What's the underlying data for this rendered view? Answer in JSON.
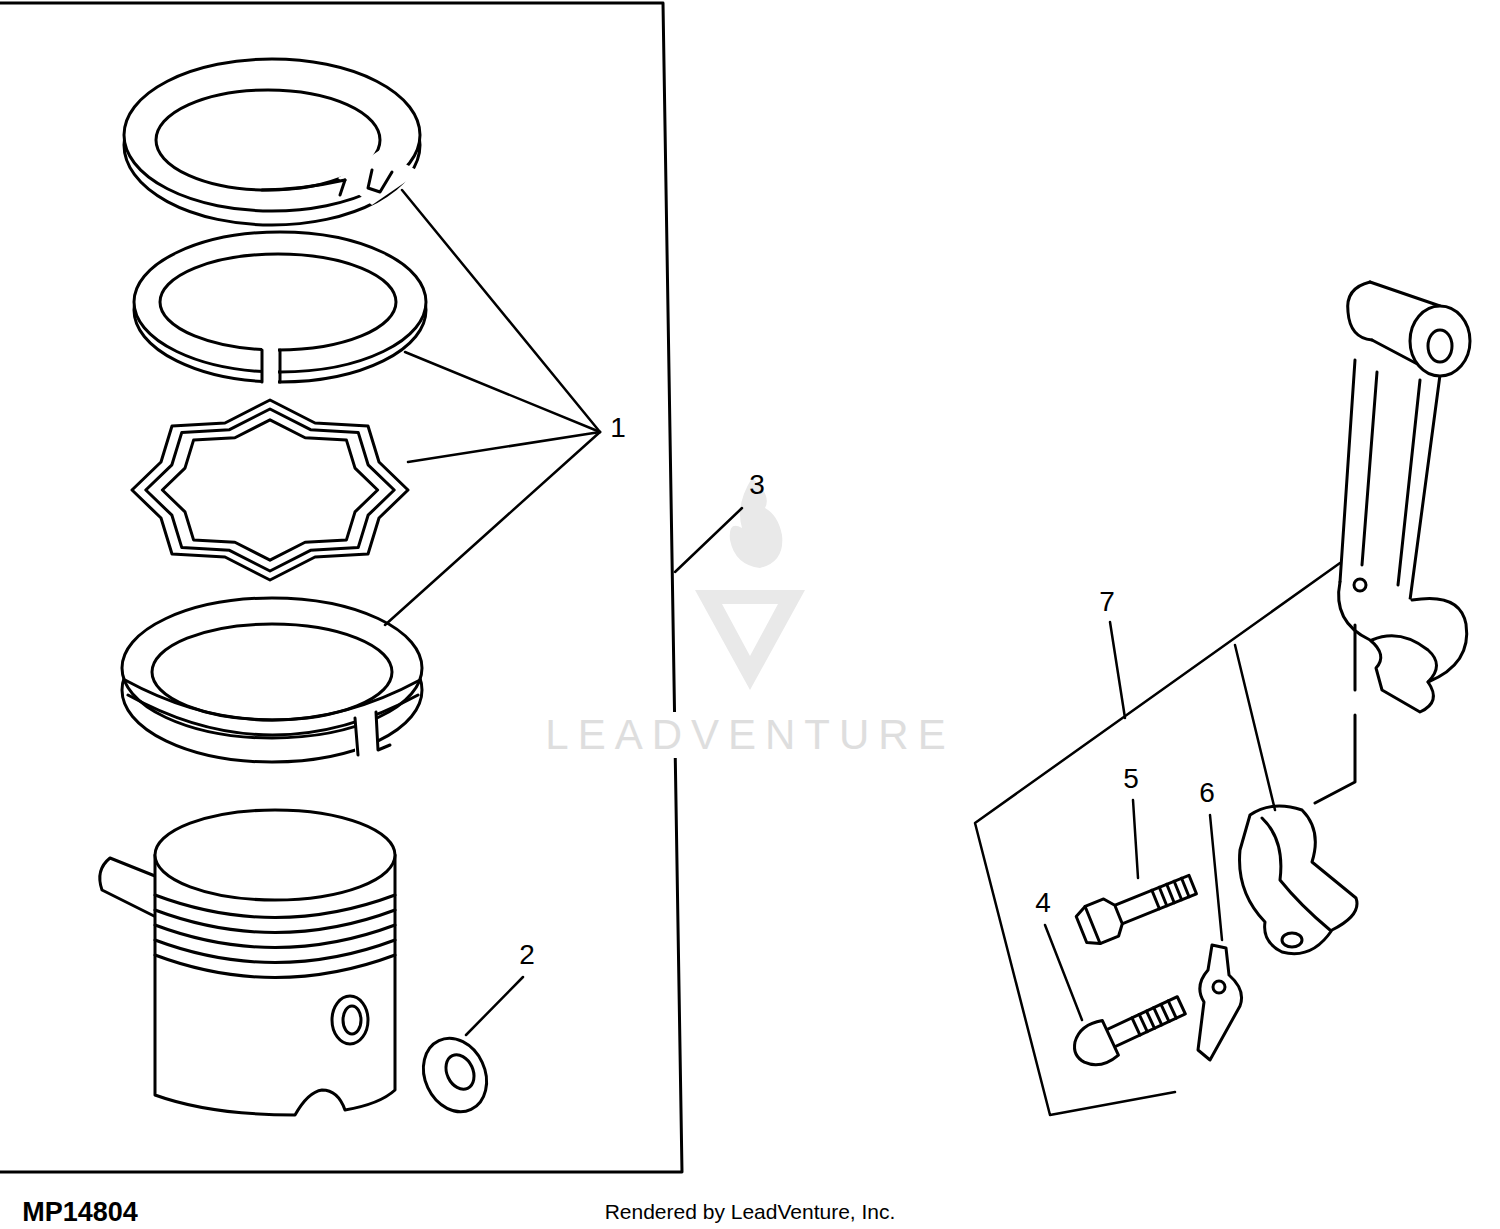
{
  "diagram": {
    "labels": [
      "1",
      "2",
      "3",
      "4",
      "5",
      "6",
      "7",
      "LEADVENTURE",
      "MP14804",
      "Rendered by LeadVenture, Inc."
    ]
  }
}
